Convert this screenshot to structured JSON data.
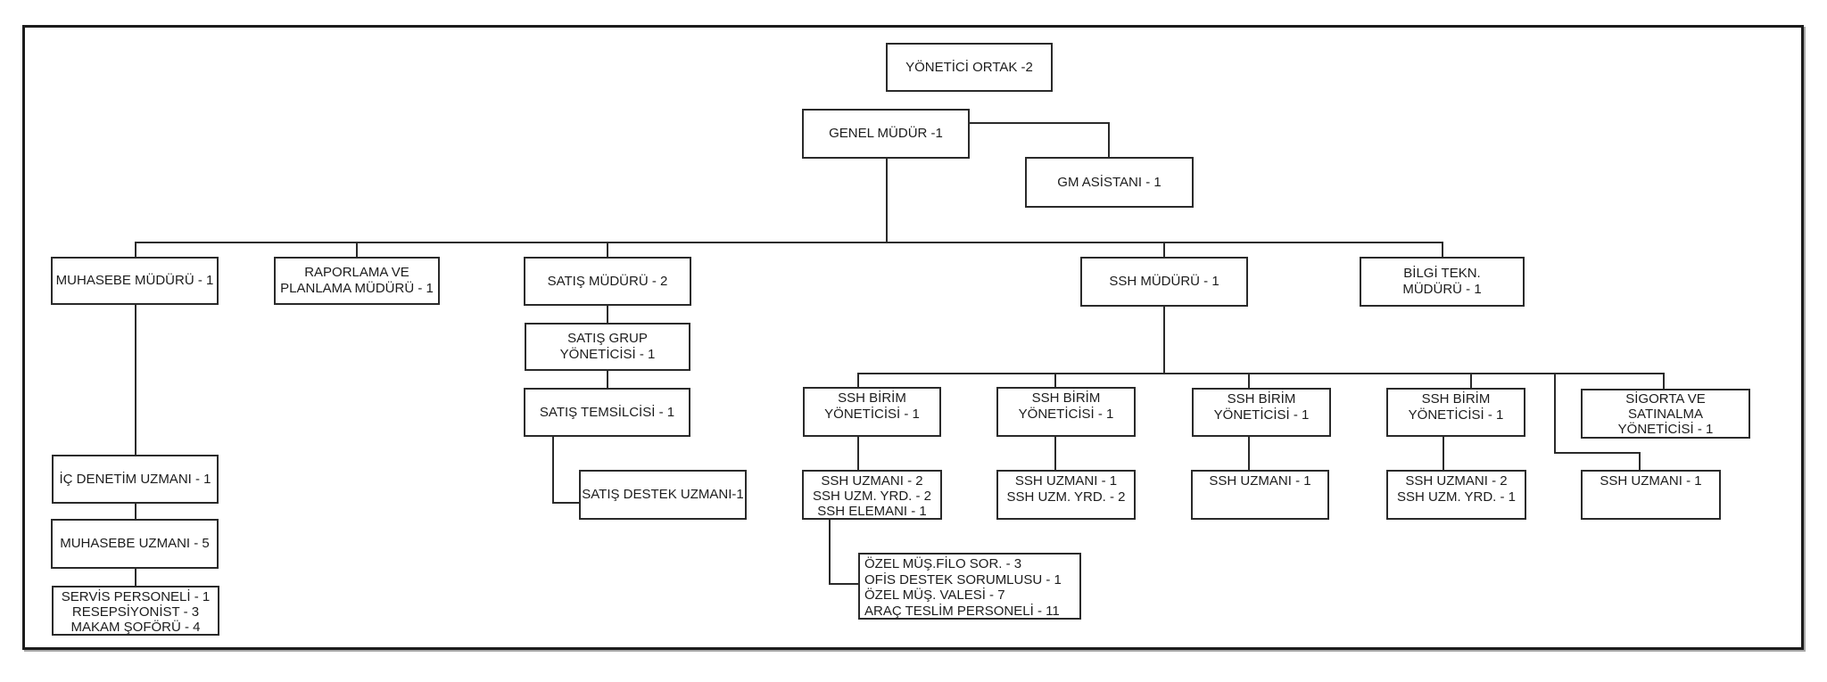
{
  "style": {
    "background": "#ffffff",
    "line_color": "#2a2a2a",
    "box_border_color": "#2a2a2a",
    "text_color": "#1c1c1c"
  },
  "org": {
    "root": {
      "lines": [
        "YÖNETİCİ ORTAK -2"
      ]
    },
    "genel_mudur": {
      "lines": [
        "GENEL MÜDÜR -1"
      ]
    },
    "gm_asistani": {
      "lines": [
        "GM ASİSTANI - 1"
      ]
    },
    "muhasebe": {
      "mudur": {
        "lines": [
          "MUHASEBE MÜDÜRÜ - 1"
        ]
      },
      "denetim": {
        "lines": [
          "İÇ DENETİM UZMANI - 1"
        ]
      },
      "uzman": {
        "lines": [
          "MUHASEBE UZMANI - 5"
        ]
      },
      "destek": {
        "lines": [
          "SERVİS PERSONELİ - 1",
          "RESEPSİYONİST - 3",
          "MAKAM ŞOFÖRÜ - 4"
        ]
      }
    },
    "raporlama": {
      "lines": [
        "RAPORLAMA VE",
        "PLANLAMA MÜDÜRÜ - 1"
      ]
    },
    "satis": {
      "mudur": {
        "lines": [
          "SATIŞ MÜDÜRÜ - 2"
        ]
      },
      "grup": {
        "lines": [
          "SATIŞ GRUP",
          "YÖNETİCİSİ - 1"
        ]
      },
      "temsilci": {
        "lines": [
          "SATIŞ TEMSİLCİSİ - 1"
        ]
      },
      "destek": {
        "lines": [
          "SATIŞ DESTEK UZMANI-1"
        ]
      }
    },
    "ssh": {
      "mudur": {
        "lines": [
          "SSH MÜDÜRÜ - 1"
        ]
      },
      "birim1": {
        "lines": [
          "SSH BİRİM",
          "YÖNETİCİSİ - 1"
        ]
      },
      "birim2": {
        "lines": [
          "SSH BİRİM",
          "YÖNETİCİSİ - 1"
        ]
      },
      "birim3": {
        "lines": [
          "SSH BİRİM",
          "YÖNETİCİSİ - 1"
        ]
      },
      "birim4": {
        "lines": [
          "SSH BİRİM",
          "YÖNETİCİSİ - 1"
        ]
      },
      "sigorta": {
        "lines": [
          "SİGORTA VE",
          "SATINALMA",
          "YÖNETİCİSİ - 1"
        ]
      },
      "ekip1": {
        "lines": [
          "SSH UZMANI - 2",
          "SSH UZM. YRD. - 2",
          "SSH ELEMANI - 1"
        ]
      },
      "ekip2": {
        "lines": [
          "SSH UZMANI - 1",
          "SSH UZM. YRD. - 2"
        ]
      },
      "ekip3": {
        "lines": [
          "SSH UZMANI - 1"
        ]
      },
      "ekip4": {
        "lines": [
          "SSH UZMANI - 2",
          "SSH UZM. YRD. - 1"
        ]
      },
      "ekip5": {
        "lines": [
          "SSH UZMANI - 1"
        ]
      },
      "ozel": {
        "lines": [
          "ÖZEL MÜŞ.FİLO SOR. - 3",
          "OFİS DESTEK SORUMLUSU - 1",
          "ÖZEL MÜŞ. VALESİ - 7",
          "ARAÇ TESLİM PERSONELİ - 11"
        ]
      }
    },
    "bilgi_tekn": {
      "lines": [
        "BİLGİ TEKN.",
        "MÜDÜRÜ - 1"
      ]
    }
  }
}
